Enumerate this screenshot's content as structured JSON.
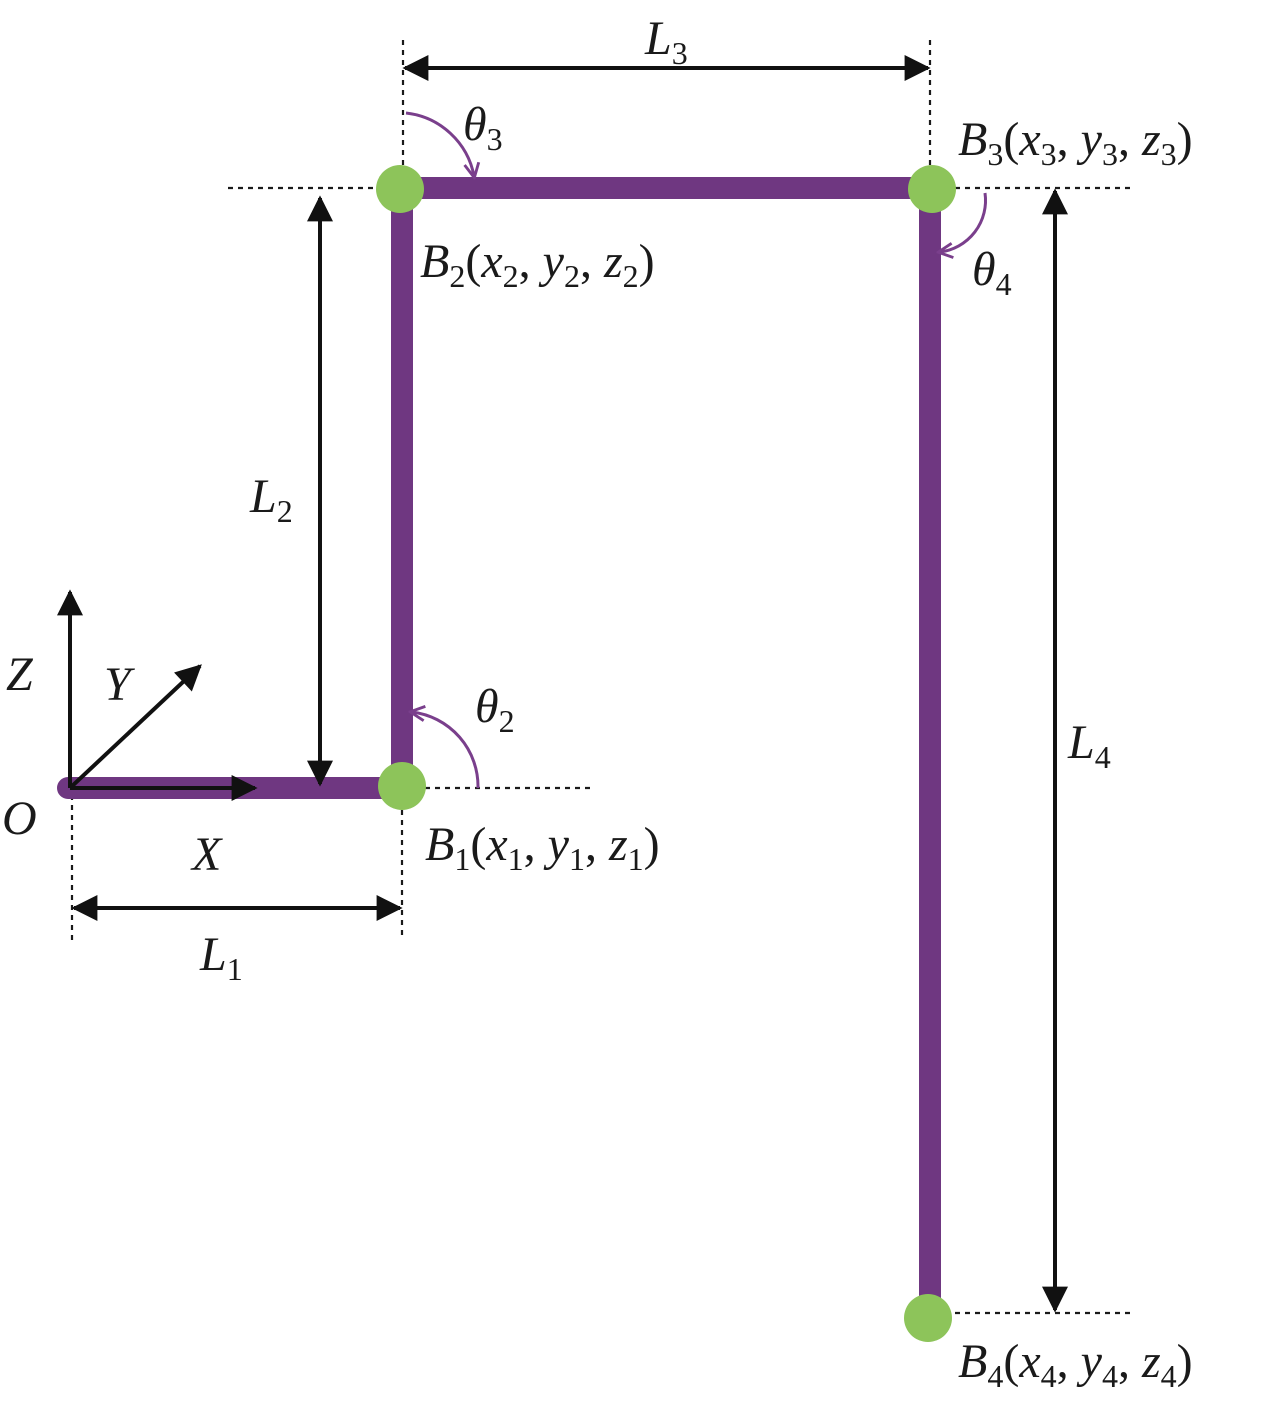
{
  "colors": {
    "link": "#6f3781",
    "joint": "#8dc45a",
    "angle_arc": "#7a3f8c",
    "annotation": "#111111",
    "background": "#ffffff"
  },
  "axes": {
    "x": "X",
    "y": "Y",
    "z": "Z",
    "origin": "O"
  },
  "lengths": [
    {
      "main": "L",
      "sub": "1"
    },
    {
      "main": "L",
      "sub": "2"
    },
    {
      "main": "L",
      "sub": "3"
    },
    {
      "main": "L",
      "sub": "4"
    }
  ],
  "angles": [
    {
      "main": "θ",
      "sub": "2"
    },
    {
      "main": "θ",
      "sub": "3"
    },
    {
      "main": "θ",
      "sub": "4"
    }
  ],
  "joints": [
    {
      "name": "B",
      "sub": "1",
      "x": "x",
      "y": "y",
      "z": "z"
    },
    {
      "name": "B",
      "sub": "2",
      "x": "x",
      "y": "y",
      "z": "z"
    },
    {
      "name": "B",
      "sub": "3",
      "x": "x",
      "y": "y",
      "z": "z"
    },
    {
      "name": "B",
      "sub": "4",
      "x": "x",
      "y": "y",
      "z": "z"
    }
  ],
  "punct": {
    "open": "(",
    "close": ")",
    "comma": ", "
  }
}
